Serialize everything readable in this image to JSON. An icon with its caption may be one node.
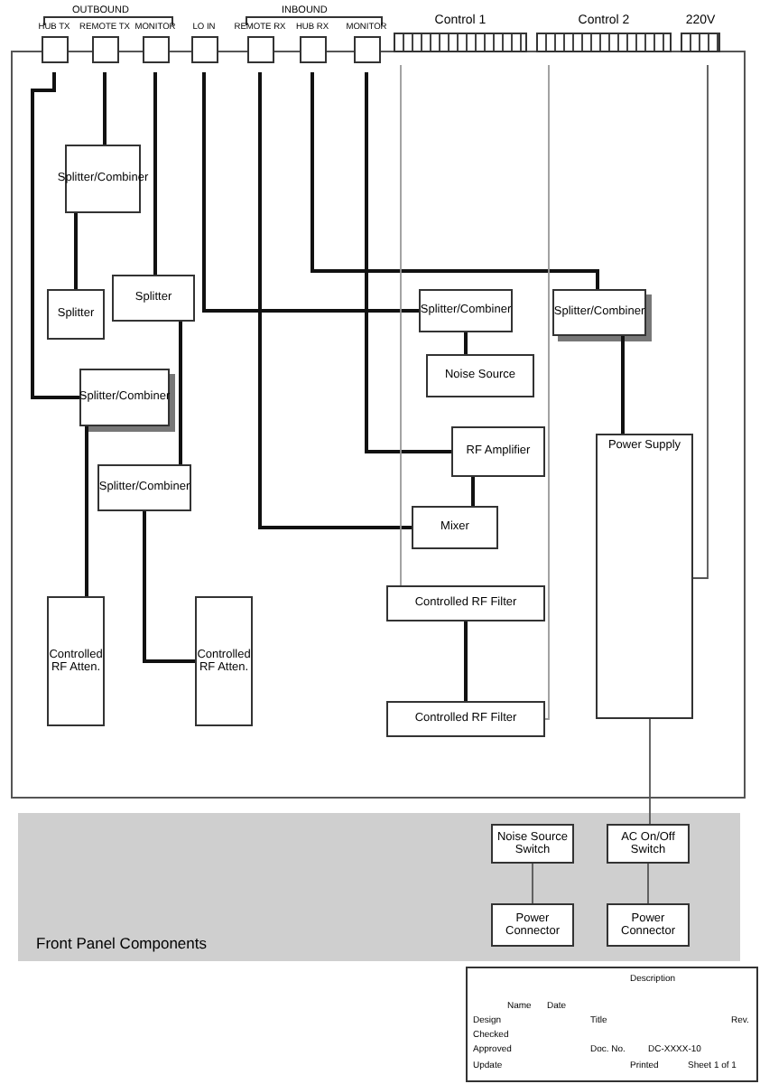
{
  "diagram": {
    "nodes": [
      {
        "text": [
          "HUB TX"
        ]
      },
      {
        "text": [
          "REMOTE TX"
        ]
      },
      {
        "text": [
          "MONITOR"
        ]
      },
      {
        "text": [
          "LO IN"
        ]
      },
      {
        "text": [
          "REMOTE RX"
        ]
      },
      {
        "text": [
          "HUB RX"
        ]
      },
      {
        "text": [
          "MONITOR"
        ]
      },
      {
        "text": [
          "Control 1"
        ]
      },
      {
        "text": [
          "Control 2"
        ]
      },
      {
        "text": [
          "220V"
        ]
      },
      {
        "text": [
          "Splitter/Combiner"
        ]
      },
      {
        "text": [
          "Splitter"
        ]
      },
      {
        "text": [
          "Splitter"
        ]
      },
      {
        "text": [
          "Splitter/Combiner"
        ]
      },
      {
        "text": [
          "Splitter/Combiner"
        ]
      },
      {
        "text": [
          "Controlled RF Atten."
        ]
      },
      {
        "text": [
          "Controlled RF Atten."
        ]
      },
      {
        "text": [
          "Splitter/Combiner"
        ]
      },
      {
        "text": [
          "Splitter/Combiner"
        ]
      },
      {
        "text": [
          "Noise Source"
        ]
      },
      {
        "text": [
          "RF Amplifier"
        ]
      },
      {
        "text": [
          "Mixer"
        ]
      },
      {
        "text": [
          "Controlled RF Filter"
        ]
      },
      {
        "text": [
          "Controlled RF Filter"
        ]
      },
      {
        "text": [
          "Power Supply"
        ]
      },
      {
        "text": [
          "Front Panel Components"
        ]
      },
      {
        "text": [
          "Noise Source Switch"
        ],
        "in": 25
      },
      {
        "text": [
          "AC On/Off Switch"
        ],
        "in": 25
      },
      {
        "text": [
          "Power Connector"
        ],
        "in": 25
      },
      {
        "text": [
          "Power Connector"
        ],
        "in": 25
      }
    ],
    "edges": [
      {
        "from": 0,
        "to": 13,
        "arrow": "none"
      },
      {
        "from": 1,
        "to": 10,
        "arrow": "none"
      },
      {
        "from": 2,
        "to": 12,
        "arrow": "none"
      },
      {
        "from": 3,
        "to": 17,
        "arrow": "none"
      },
      {
        "from": 4,
        "to": 21,
        "arrow": "none"
      },
      {
        "from": 5,
        "to": 18,
        "arrow": "none"
      },
      {
        "from": 6,
        "to": 20,
        "arrow": "none"
      },
      {
        "from": 10,
        "to": 11,
        "arrow": "none"
      },
      {
        "from": 12,
        "to": 14,
        "arrow": "none"
      },
      {
        "from": 13,
        "to": 15,
        "arrow": "none"
      },
      {
        "from": 14,
        "to": 16,
        "arrow": "none"
      },
      {
        "from": 17,
        "to": 19,
        "arrow": "none"
      },
      {
        "from": 20,
        "to": 21,
        "arrow": "none"
      },
      {
        "from": 18,
        "to": 24,
        "arrow": "none"
      },
      {
        "from": 22,
        "to": 23,
        "arrow": "none"
      },
      {
        "from": 7,
        "to": 22,
        "arrow": "none",
        "color": "#999999"
      },
      {
        "from": 8,
        "to": 23,
        "arrow": "none",
        "color": "#999999"
      },
      {
        "from": 9,
        "to": 24,
        "arrow": "none",
        "color": "#555555"
      },
      {
        "from": 24,
        "to": 27,
        "arrow": "none",
        "color": "#555555"
      },
      {
        "from": 26,
        "to": 28,
        "arrow": "none",
        "color": "#555555"
      },
      {
        "from": 27,
        "to": 29,
        "arrow": "none",
        "color": "#555555"
      }
    ],
    "labels": [
      "OUTBOUND",
      "INBOUND",
      "Description",
      "Name",
      "Date",
      "Design",
      "Title",
      "Rev.",
      "Checked",
      "Approved",
      "Doc. No.",
      "DC-XXXX-10",
      "Update",
      "Printed",
      "Sheet 1 of 1"
    ]
  }
}
